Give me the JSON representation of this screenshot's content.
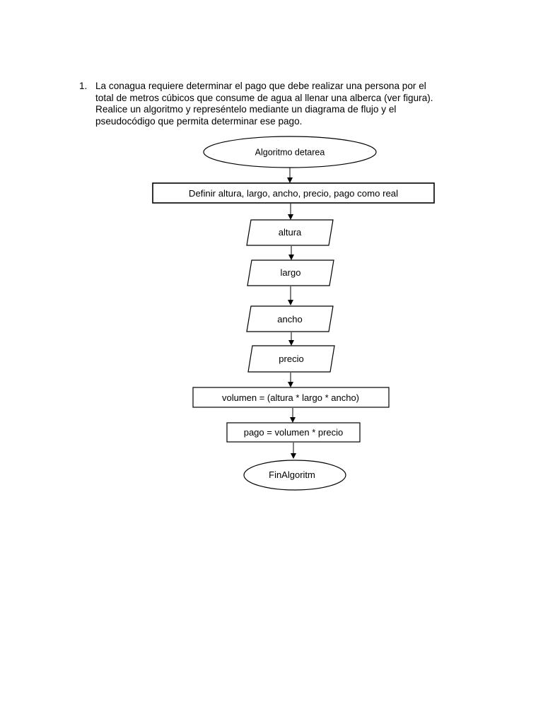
{
  "question": {
    "number": "1.",
    "lines": [
      "La conagua requiere determinar el pago que debe realizar una persona por el",
      "total de metros cúbicos que consume de agua al llenar una alberca (ver figura).",
      "Realice un algoritmo y represéntelo mediante un diagrama de flujo y el",
      "pseudocódigo que permita determinar ese pago."
    ]
  },
  "flowchart": {
    "start": "Algoritmo detarea",
    "declare": "Definir altura, largo, ancho, precio, pago como real",
    "inputs": [
      "altura",
      "largo",
      "ancho",
      "precio"
    ],
    "process_volume": "volumen = (altura * largo * ancho)",
    "process_payment": "pago = volumen * precio",
    "end": "FinAlgoritm"
  }
}
